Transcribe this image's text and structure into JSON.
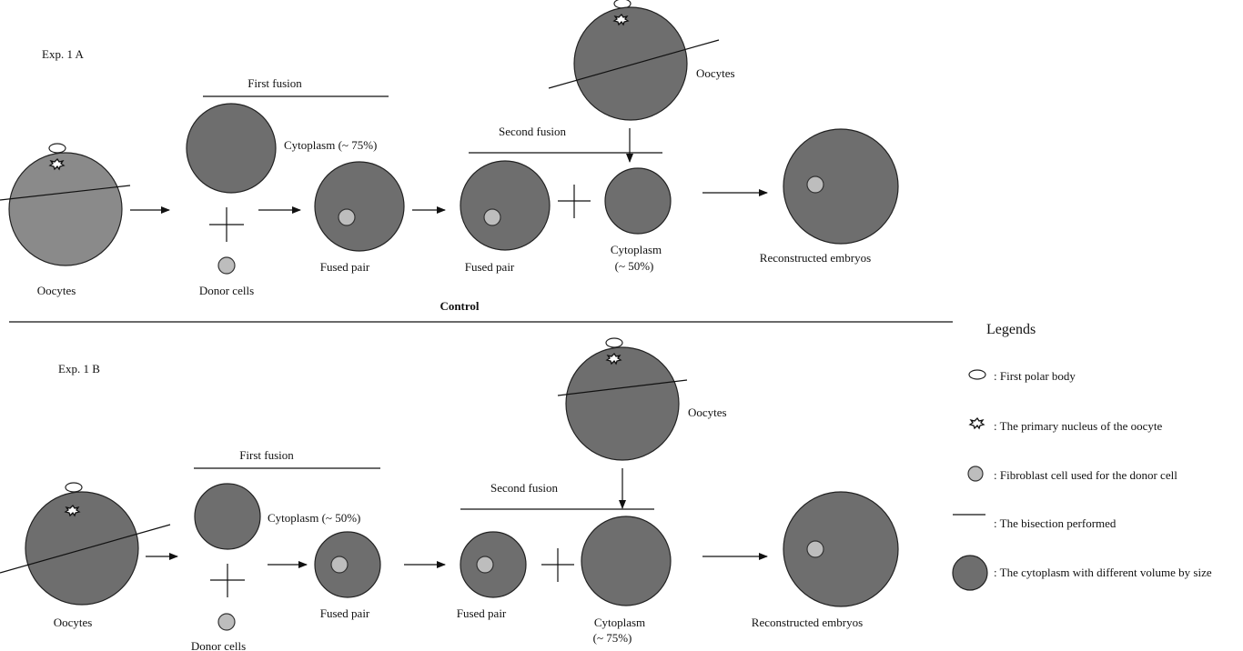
{
  "exp_a": {
    "label": "Exp. 1 A",
    "first_fusion": "First fusion",
    "cytoplasm_1": "Cytoplasm (~ 75%)",
    "oocytes_left": "Oocytes",
    "donor_cells": "Donor cells",
    "fused_pair_1": "Fused pair",
    "second_fusion": "Second fusion",
    "fused_pair_2": "Fused pair",
    "cytoplasm_2_line1": "Cytoplasm",
    "cytoplasm_2_line2": "(~ 50%)",
    "oocytes_top": "Oocytes",
    "reconstructed": "Reconstructed embryos"
  },
  "control_label": "Control",
  "exp_b": {
    "label": "Exp. 1 B",
    "first_fusion": "First fusion",
    "cytoplasm_1": "Cytoplasm (~ 50%)",
    "oocytes_left": "Oocytes",
    "donor_cells": "Donor cells",
    "fused_pair_1": "Fused pair",
    "second_fusion": "Second fusion",
    "fused_pair_2": "Fused pair",
    "cytoplasm_2_line1": "Cytoplasm",
    "cytoplasm_2_line2": "(~ 75%)",
    "oocytes_top": "Oocytes",
    "reconstructed": "Reconstructed embryos"
  },
  "legend": {
    "title": "Legends",
    "items": [
      {
        "icon": "polar-body-icon",
        "text": ": First polar body"
      },
      {
        "icon": "primary-nucleus-icon",
        "text": ": The primary nucleus of the oocyte"
      },
      {
        "icon": "fibroblast-cell-icon",
        "text": ": Fibroblast cell used for the donor cell"
      },
      {
        "icon": "bisection-line-icon",
        "text": ": The bisection performed"
      },
      {
        "icon": "cytoplasm-icon",
        "text": ": The cytoplasm with different volume by size"
      }
    ]
  },
  "colors": {
    "cytoplasm": "#6e6e6e",
    "oocyte_light": "#8a8a8a",
    "donor_cell": "#bdbdbd",
    "line": "#111111"
  }
}
